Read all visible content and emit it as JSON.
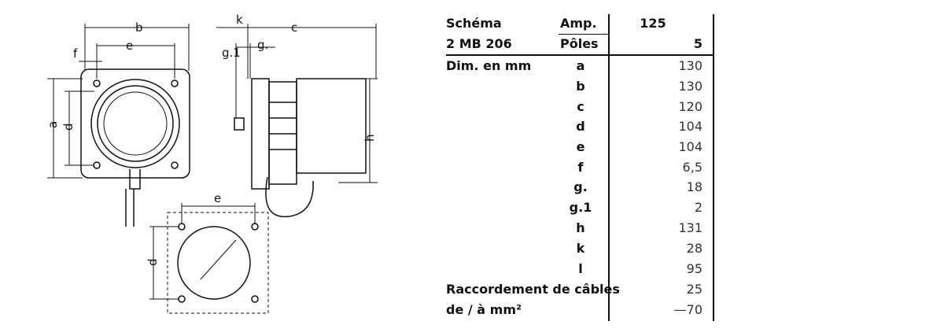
{
  "drawing": {
    "labels": {
      "b": "b",
      "e_top": "e",
      "f": "f",
      "a": "a",
      "d_front": "d",
      "k": "k",
      "c": "c",
      "g1": "g.1",
      "g": "g.",
      "h": "h",
      "e_cutout": "e",
      "d_cutout": "d"
    }
  },
  "table": {
    "schema_label": "Schéma",
    "schema_code": "2 MB 206",
    "amp_label": "Amp.",
    "amp_value": "125",
    "poles_label": "Pôles",
    "poles_value": "5",
    "dim_label": "Dim. en mm",
    "rows": [
      {
        "key": "a",
        "value": "130"
      },
      {
        "key": "b",
        "value": "130"
      },
      {
        "key": "c",
        "value": "120"
      },
      {
        "key": "d",
        "value": "104"
      },
      {
        "key": "e",
        "value": "104"
      },
      {
        "key": "f",
        "value": "6,5"
      },
      {
        "key": "g.",
        "value": "18"
      },
      {
        "key": "g.1",
        "value": "2"
      },
      {
        "key": "h",
        "value": "131"
      },
      {
        "key": "k",
        "value": "28"
      },
      {
        "key": "l",
        "value": "95"
      }
    ],
    "cable_label_1": "Raccordement de câbles",
    "cable_value_1": "25",
    "cable_label_2": "de / à mm²",
    "cable_value_2": "—70"
  }
}
